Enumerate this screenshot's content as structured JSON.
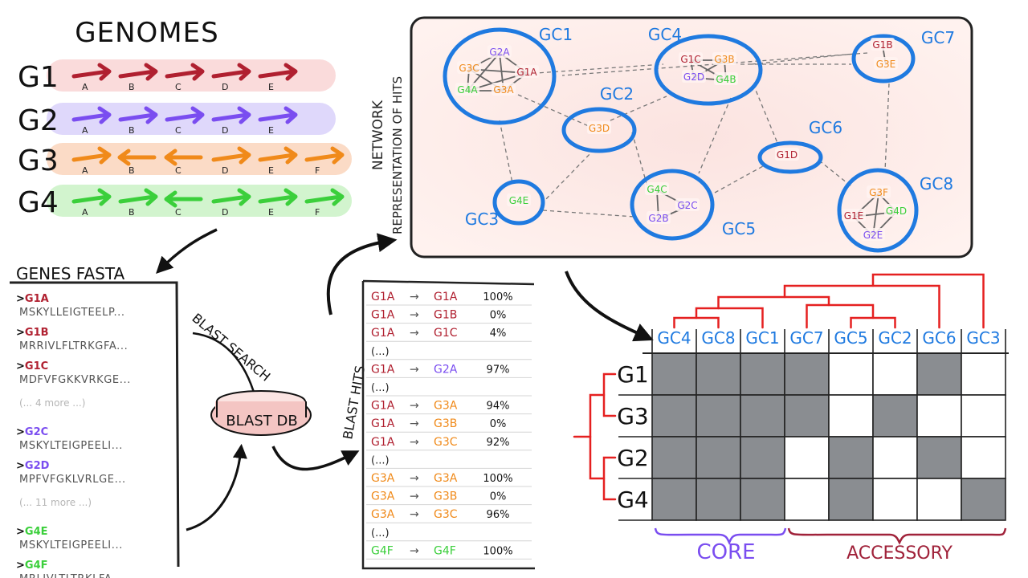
{
  "colors": {
    "g1": "#b02030",
    "g2": "#7a4df0",
    "g3": "#f08a1a",
    "g4": "#3bcf3b",
    "gc_blue": "#1f7ae0",
    "red_tree": "#e52020",
    "core": "#7a4df0",
    "accessory": "#a0223a",
    "cell_filled": "#8a8d91",
    "ink": "#222222"
  },
  "genomes": {
    "title": "GENOMES",
    "rows": [
      {
        "label": "G1",
        "color_key": "g1",
        "bg": "#f9d7d7",
        "genes": [
          {
            "l": "A",
            "d": "r"
          },
          {
            "l": "B",
            "d": "r"
          },
          {
            "l": "C",
            "d": "r"
          },
          {
            "l": "D",
            "d": "r"
          },
          {
            "l": "E",
            "d": "r"
          }
        ]
      },
      {
        "label": "G2",
        "color_key": "g2",
        "bg": "#dcd4fb",
        "genes": [
          {
            "l": "A",
            "d": "r"
          },
          {
            "l": "B",
            "d": "r"
          },
          {
            "l": "C",
            "d": "r"
          },
          {
            "l": "D",
            "d": "r"
          },
          {
            "l": "E",
            "d": "r"
          }
        ]
      },
      {
        "label": "G3",
        "color_key": "g3",
        "bg": "#fbd7c0",
        "genes": [
          {
            "l": "A",
            "d": "r"
          },
          {
            "l": "B",
            "d": "l"
          },
          {
            "l": "C",
            "d": "l"
          },
          {
            "l": "D",
            "d": "r"
          },
          {
            "l": "E",
            "d": "r"
          },
          {
            "l": "F",
            "d": "r"
          }
        ]
      },
      {
        "label": "G4",
        "color_key": "g4",
        "bg": "#cdf3c9",
        "genes": [
          {
            "l": "A",
            "d": "r"
          },
          {
            "l": "B",
            "d": "r"
          },
          {
            "l": "C",
            "d": "l"
          },
          {
            "l": "D",
            "d": "r"
          },
          {
            "l": "E",
            "d": "r"
          },
          {
            "l": "F",
            "d": "r"
          }
        ]
      }
    ]
  },
  "fasta": {
    "title": "GENES FASTA",
    "entries": [
      {
        "type": "seq",
        "id": ">G1A",
        "color_key": "g1",
        "seq": "MSKYLLEIGTEELP..."
      },
      {
        "type": "seq",
        "id": ">G1B",
        "color_key": "g1",
        "seq": "MRRIVLFLTRKGFA..."
      },
      {
        "type": "seq",
        "id": ">G1C",
        "color_key": "g1",
        "seq": "MDFVFGKKVRKGE..."
      },
      {
        "type": "more",
        "text": "(... 4 more ...)"
      },
      {
        "type": "seq",
        "id": ">G2C",
        "color_key": "g2",
        "seq": "MSKYLTEIGPEELI..."
      },
      {
        "type": "seq",
        "id": ">G2D",
        "color_key": "g2",
        "seq": "MPFVFGKLVRLGE..."
      },
      {
        "type": "more",
        "text": "(... 11 more ...)"
      },
      {
        "type": "seq",
        "id": ">G4E",
        "color_key": "g4",
        "seq": "MSKYLTEIGPEELI..."
      },
      {
        "type": "seq",
        "id": ">G4F",
        "color_key": "g4",
        "seq": "MRLIVLTLTRKLFA..."
      }
    ]
  },
  "blast": {
    "search_label": "BLAST SEARCH",
    "db_label": "BLAST DB",
    "hits_label": "BLAST HITS"
  },
  "hits": [
    {
      "a": "G1A",
      "ac": "g1",
      "b": "G1A",
      "bc": "g1",
      "pct": "100%"
    },
    {
      "a": "G1A",
      "ac": "g1",
      "b": "G1B",
      "bc": "g1",
      "pct": "0%"
    },
    {
      "a": "G1A",
      "ac": "g1",
      "b": "G1C",
      "bc": "g1",
      "pct": "4%"
    },
    {
      "more": "(...)"
    },
    {
      "a": "G1A",
      "ac": "g1",
      "b": "G2A",
      "bc": "g2",
      "pct": "97%"
    },
    {
      "more": "(...)"
    },
    {
      "a": "G1A",
      "ac": "g1",
      "b": "G3A",
      "bc": "g3",
      "pct": "94%"
    },
    {
      "a": "G1A",
      "ac": "g1",
      "b": "G3B",
      "bc": "g3",
      "pct": "0%"
    },
    {
      "a": "G1A",
      "ac": "g1",
      "b": "G3C",
      "bc": "g3",
      "pct": "92%"
    },
    {
      "more": "(...)"
    },
    {
      "a": "G3A",
      "ac": "g3",
      "b": "G3A",
      "bc": "g3",
      "pct": "100%"
    },
    {
      "a": "G3A",
      "ac": "g3",
      "b": "G3B",
      "bc": "g3",
      "pct": "0%"
    },
    {
      "a": "G3A",
      "ac": "g3",
      "b": "G3C",
      "bc": "g3",
      "pct": "96%"
    },
    {
      "more": "(...)"
    },
    {
      "a": "G4F",
      "ac": "g4",
      "b": "G4F",
      "bc": "g4",
      "pct": "100%"
    }
  ],
  "network": {
    "label_line1": "NETWORK",
    "label_line2": "REPRESENTATION OF HITS",
    "clusters": [
      {
        "id": "GC1",
        "nodes": [
          {
            "t": "G2A",
            "c": "g2"
          },
          {
            "t": "G3C",
            "c": "g3"
          },
          {
            "t": "G1A",
            "c": "g1"
          },
          {
            "t": "G4A",
            "c": "g4"
          },
          {
            "t": "G3A",
            "c": "g3"
          }
        ]
      },
      {
        "id": "GC2",
        "nodes": [
          {
            "t": "G3D",
            "c": "g3"
          }
        ]
      },
      {
        "id": "GC3",
        "nodes": [
          {
            "t": "G4E",
            "c": "g4"
          }
        ]
      },
      {
        "id": "GC4",
        "nodes": [
          {
            "t": "G1C",
            "c": "g1"
          },
          {
            "t": "G3B",
            "c": "g3"
          },
          {
            "t": "G2D",
            "c": "g2"
          },
          {
            "t": "G4B",
            "c": "g4"
          }
        ]
      },
      {
        "id": "GC5",
        "nodes": [
          {
            "t": "G4C",
            "c": "g4"
          },
          {
            "t": "G2C",
            "c": "g2"
          },
          {
            "t": "G2B",
            "c": "g2"
          }
        ]
      },
      {
        "id": "GC6",
        "nodes": [
          {
            "t": "G1D",
            "c": "g1"
          }
        ]
      },
      {
        "id": "GC7",
        "nodes": [
          {
            "t": "G1B",
            "c": "g1"
          },
          {
            "t": "G3E",
            "c": "g3"
          }
        ]
      },
      {
        "id": "GC8",
        "nodes": [
          {
            "t": "G3F",
            "c": "g3"
          },
          {
            "t": "G1E",
            "c": "g1"
          },
          {
            "t": "G4D",
            "c": "g4"
          },
          {
            "t": "G2E",
            "c": "g2"
          }
        ]
      }
    ]
  },
  "matrix": {
    "columns": [
      "GC4",
      "GC8",
      "GC1",
      "GC7",
      "GC5",
      "GC2",
      "GC6",
      "GC3"
    ],
    "rows": [
      "G1",
      "G3",
      "G2",
      "G4"
    ],
    "cells": [
      [
        1,
        1,
        1,
        1,
        0,
        0,
        1,
        0
      ],
      [
        1,
        1,
        1,
        1,
        0,
        1,
        0,
        0
      ],
      [
        1,
        1,
        1,
        0,
        1,
        0,
        1,
        0
      ],
      [
        1,
        1,
        1,
        0,
        1,
        0,
        0,
        1
      ]
    ],
    "core_label": "CORE",
    "accessory_label": "ACCESSORY"
  }
}
